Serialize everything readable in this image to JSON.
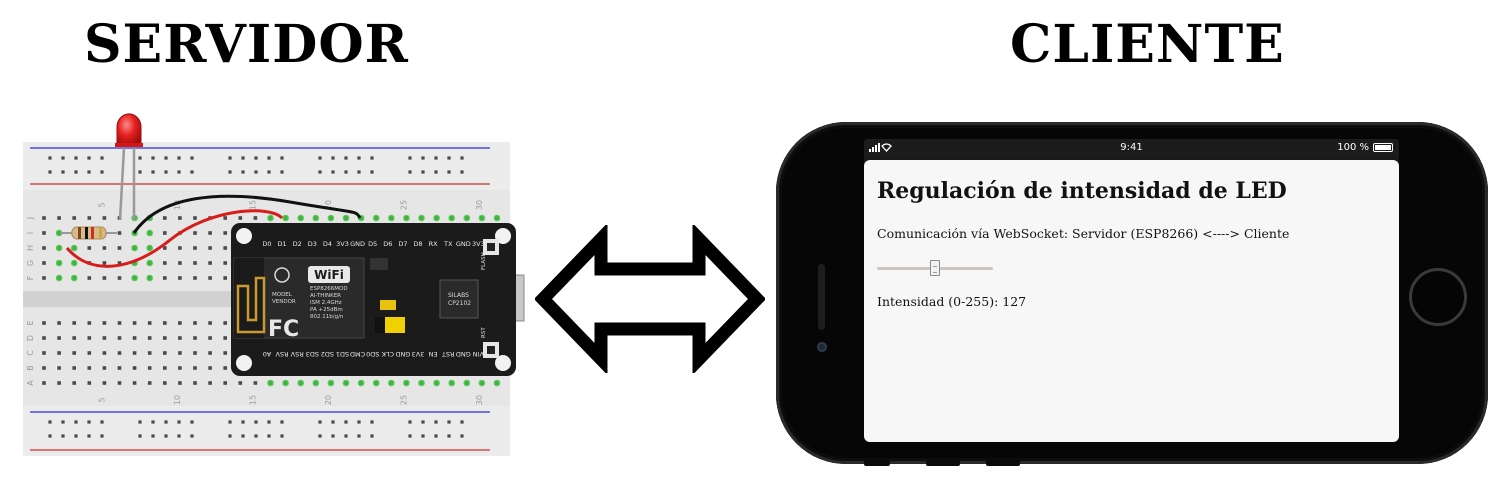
{
  "titles": {
    "server": "SERVIDOR",
    "client": "CLIENTE"
  },
  "breadboard": {
    "column_numbers": [
      "5",
      "10",
      "15",
      "20",
      "25",
      "30"
    ],
    "row_letters_top": [
      "J",
      "I",
      "H",
      "G",
      "F"
    ],
    "row_letters_bottom": [
      "E",
      "D",
      "C",
      "B",
      "A"
    ]
  },
  "board": {
    "pins_top": [
      "D0",
      "D1",
      "D2",
      "D3",
      "D4",
      "3V3",
      "GND",
      "D5",
      "D6",
      "D7",
      "D8",
      "RX",
      "TX",
      "GND",
      "3V3"
    ],
    "pins_bottom": [
      "A0",
      "RSV",
      "RSV",
      "SD3",
      "SD2",
      "SD1",
      "CMD",
      "SD0",
      "CLK",
      "GND",
      "3V3",
      "EN",
      "RST",
      "GND",
      "VIN"
    ],
    "wifi_badge": "WiFi",
    "module_text": [
      "MODEL",
      "VENDOR",
      "ESP8266MOD",
      "AI-THINKER",
      "ISM 2.4GHz",
      "PA +25dBm",
      "802.11b/g/n"
    ],
    "fcc_mark": "FC",
    "chip_label": [
      "SILABS",
      "CP2102"
    ],
    "buttons": {
      "flash": "FLASH",
      "rst": "RST"
    }
  },
  "phone": {
    "status": {
      "time": "9:41",
      "battery": "100 %"
    },
    "page": {
      "heading": "Regulación de intensidad de LED",
      "description": "Comunicación vía WebSocket: Servidor (ESP8266) <----> Cliente",
      "slider": {
        "min": 0,
        "max": 255,
        "value": 127
      },
      "intensity_label": "Intensidad (0-255): 127"
    }
  },
  "colors": {
    "led": "#e52020",
    "wire_red": "#d81b1b",
    "wire_black": "#111111",
    "board_pcb": "#1b1b1b",
    "breadboard": "#e8e8e8",
    "hole_green": "#3fc43f"
  }
}
